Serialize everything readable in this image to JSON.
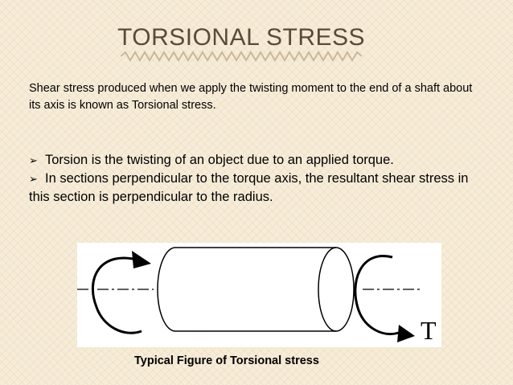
{
  "slide": {
    "title": "TORSIONAL STRESS",
    "intro": "Shear stress produced when we apply the twisting moment to the end of a shaft about its axis is known as Torsional stress.",
    "bullets": [
      "Torsion is the twisting of an object due to an applied torque.",
      "In sections perpendicular to the torque axis, the resultant shear stress in this section is perpendicular to the radius."
    ],
    "bullet_marker": "➢",
    "figure": {
      "torque_label": "T",
      "caption": "Typical Figure of Torsional stress"
    }
  },
  "colors": {
    "background": "#f6ecd8",
    "title": "#5a4a3a",
    "accent_zigzag": "#c9b89c"
  }
}
